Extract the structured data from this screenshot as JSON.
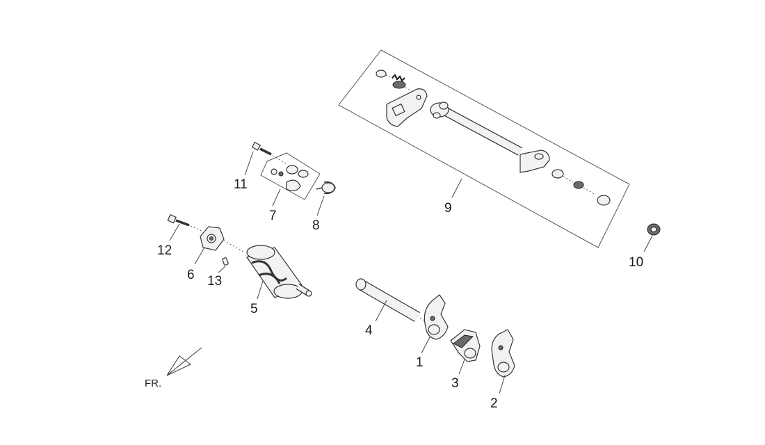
{
  "diagram": {
    "type": "exploded parts diagram",
    "orientation_label": "FR.",
    "callouts": [
      {
        "id": "c1",
        "label": "1"
      },
      {
        "id": "c2",
        "label": "2"
      },
      {
        "id": "c3",
        "label": "3"
      },
      {
        "id": "c4",
        "label": "4"
      },
      {
        "id": "c5",
        "label": "5"
      },
      {
        "id": "c6",
        "label": "6"
      },
      {
        "id": "c7",
        "label": "7"
      },
      {
        "id": "c8",
        "label": "8"
      },
      {
        "id": "c9",
        "label": "9"
      },
      {
        "id": "c10",
        "label": "10"
      },
      {
        "id": "c11",
        "label": "11"
      },
      {
        "id": "c12",
        "label": "12"
      },
      {
        "id": "c13",
        "label": "13"
      }
    ]
  }
}
